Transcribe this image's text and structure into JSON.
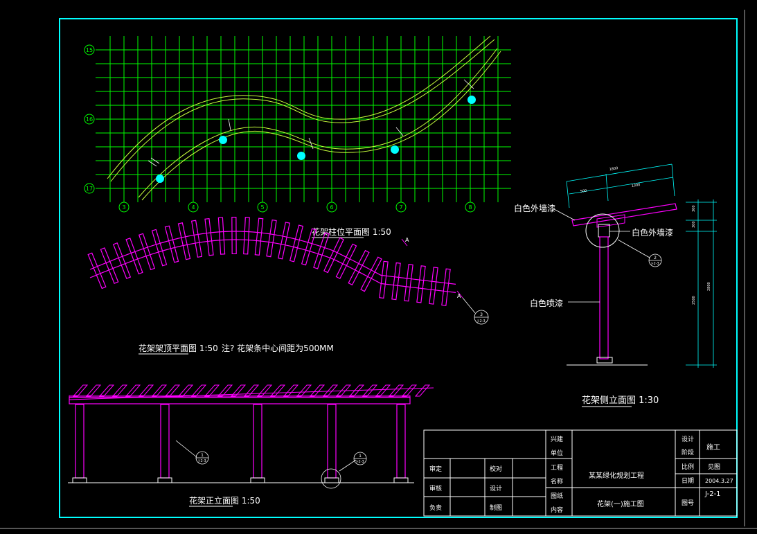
{
  "colors": {
    "background": "#000000",
    "frame": "#00ffff",
    "grid": "#00ff00",
    "rail": "#c8ff3c",
    "column": "#00ffff",
    "purlin": "#ff00ff",
    "text": "#ffffff"
  },
  "plan_grid": {
    "rows": [
      "15",
      "16",
      "17"
    ],
    "cols": [
      "3",
      "4",
      "5",
      "6",
      "7",
      "8"
    ],
    "title": "花架柱位平面图 1:50"
  },
  "roof_plan": {
    "title": "花架架顶平面图 1:50",
    "note": "注? 花架条中心间距为500MM",
    "section_mark": "A",
    "detail_ref_top": "3",
    "detail_ref_bottom": "J-2-3"
  },
  "front_elevation": {
    "title": "花架正立面图 1:50",
    "detail_ref_1_top": "1",
    "detail_ref_1_bottom": "J-2-3",
    "detail_ref_2_top": "1",
    "detail_ref_2_bottom": "J-2-3"
  },
  "side_elevation": {
    "title": "花架侧立面图 1:30",
    "label_exterior_paint_1": "白色外墙漆",
    "label_exterior_paint_2": "白色外墙漆",
    "label_spray_paint": "白色喷漆",
    "detail_ref_top": "2",
    "detail_ref_bottom": "J-2-3"
  },
  "title_block": {
    "reviewed": "审定",
    "audited": "审核",
    "responsible": "负责",
    "proofread": "校对",
    "designed": "设计",
    "drawn": "制图",
    "client_1": "兴建",
    "client_2": "单位",
    "project_1": "工程",
    "project_2": "名称",
    "drawing_content_1": "图纸",
    "drawing_content_2": "内容",
    "project_name": "某某绿化规划工程",
    "drawing_name": "花架(一)施工图",
    "design_stage_1": "设计",
    "design_stage_2": "阶段",
    "stage_value": "施工",
    "scale_label": "比例",
    "scale_value": "见图",
    "date_label": "日期",
    "date_value": "2004.3.27",
    "number_label": "图号",
    "number_value": "J-2-1"
  }
}
